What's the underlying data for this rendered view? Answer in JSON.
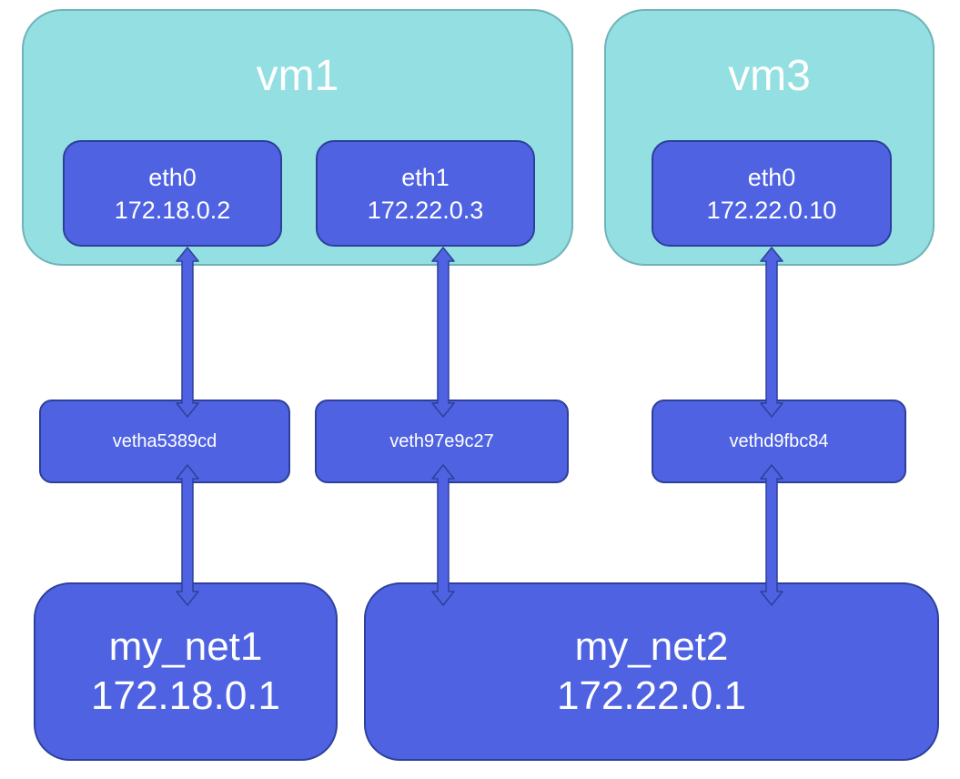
{
  "vms": [
    {
      "id": "vm1",
      "title": "vm1",
      "interfaces": [
        {
          "name": "eth0",
          "ip": "172.18.0.2"
        },
        {
          "name": "eth1",
          "ip": "172.22.0.3"
        }
      ]
    },
    {
      "id": "vm3",
      "title": "vm3",
      "interfaces": [
        {
          "name": "eth0",
          "ip": "172.22.0.10"
        }
      ]
    }
  ],
  "veths": [
    "vetha5389cd",
    "veth97e9c27",
    "vethd9fbc84"
  ],
  "networks": [
    {
      "name": "my_net1",
      "ip": "172.18.0.1"
    },
    {
      "name": "my_net2",
      "ip": "172.22.0.1"
    }
  ],
  "colors": {
    "vm_fill": "#93dfe2",
    "vm_border": "#6fb3b8",
    "node_fill": "#4f63e2",
    "node_border": "#2d3f9a",
    "text": "#ffffff"
  }
}
